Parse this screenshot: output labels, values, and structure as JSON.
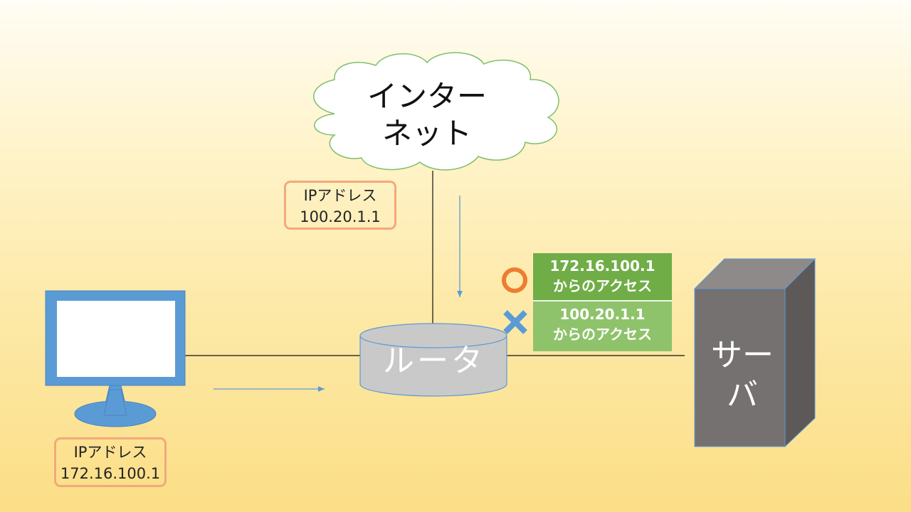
{
  "internet": {
    "line1": "インター",
    "line2": "ネット"
  },
  "router": {
    "label": "ルータ"
  },
  "server": {
    "label": "サーバ"
  },
  "router_ip": {
    "title": "IPアドレス",
    "value": "100.20.1.1"
  },
  "pc_ip": {
    "title": "IPアドレス",
    "value": "172.16.100.1"
  },
  "rules": [
    {
      "line1": "172.16.100.1",
      "line2": "からのアクセス",
      "symbol": "circle",
      "color": "#ed7d31"
    },
    {
      "line1": "100.20.1.1",
      "line2": "からのアクセス",
      "symbol": "cross",
      "color": "#5b9bd5"
    }
  ],
  "colors": {
    "cloud_fill": "#ffffff",
    "cloud_stroke": "#7fbf6a",
    "monitor": "#5b9bd5",
    "router": "#c9c9c9",
    "server_front": "#767171",
    "server_side": "#5d5959",
    "server_top": "#8e8a8a",
    "arrow": "#5b9bd5"
  }
}
